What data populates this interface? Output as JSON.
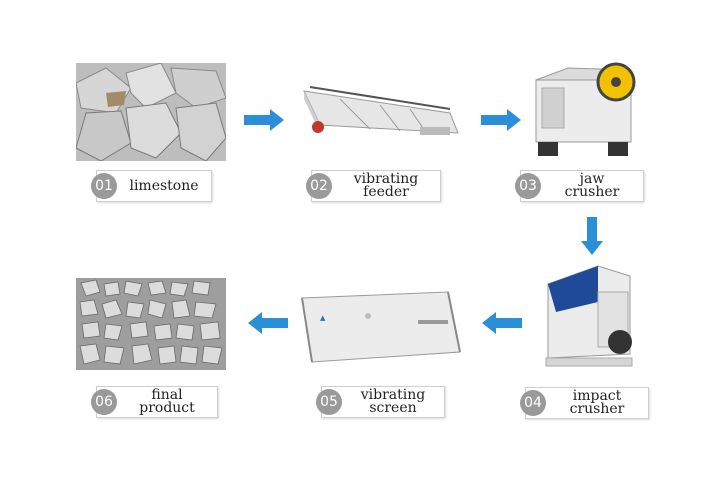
{
  "steps": [
    {
      "num": "01",
      "label": "limestone"
    },
    {
      "num": "02",
      "label": "vibrating\nfeeder"
    },
    {
      "num": "03",
      "label": "jaw\ncrusher"
    },
    {
      "num": "04",
      "label": "impact\ncrusher"
    },
    {
      "num": "05",
      "label": "vibrating\nscreen"
    },
    {
      "num": "06",
      "label": "final\nproduct"
    }
  ],
  "colors": {
    "arrow": "#2a8fd6",
    "badge": "#9a9a9a",
    "machine": "#e9e9e9",
    "flywheel": "#f2c200"
  },
  "icons": {
    "arrow": "blue-arrow-icon"
  }
}
